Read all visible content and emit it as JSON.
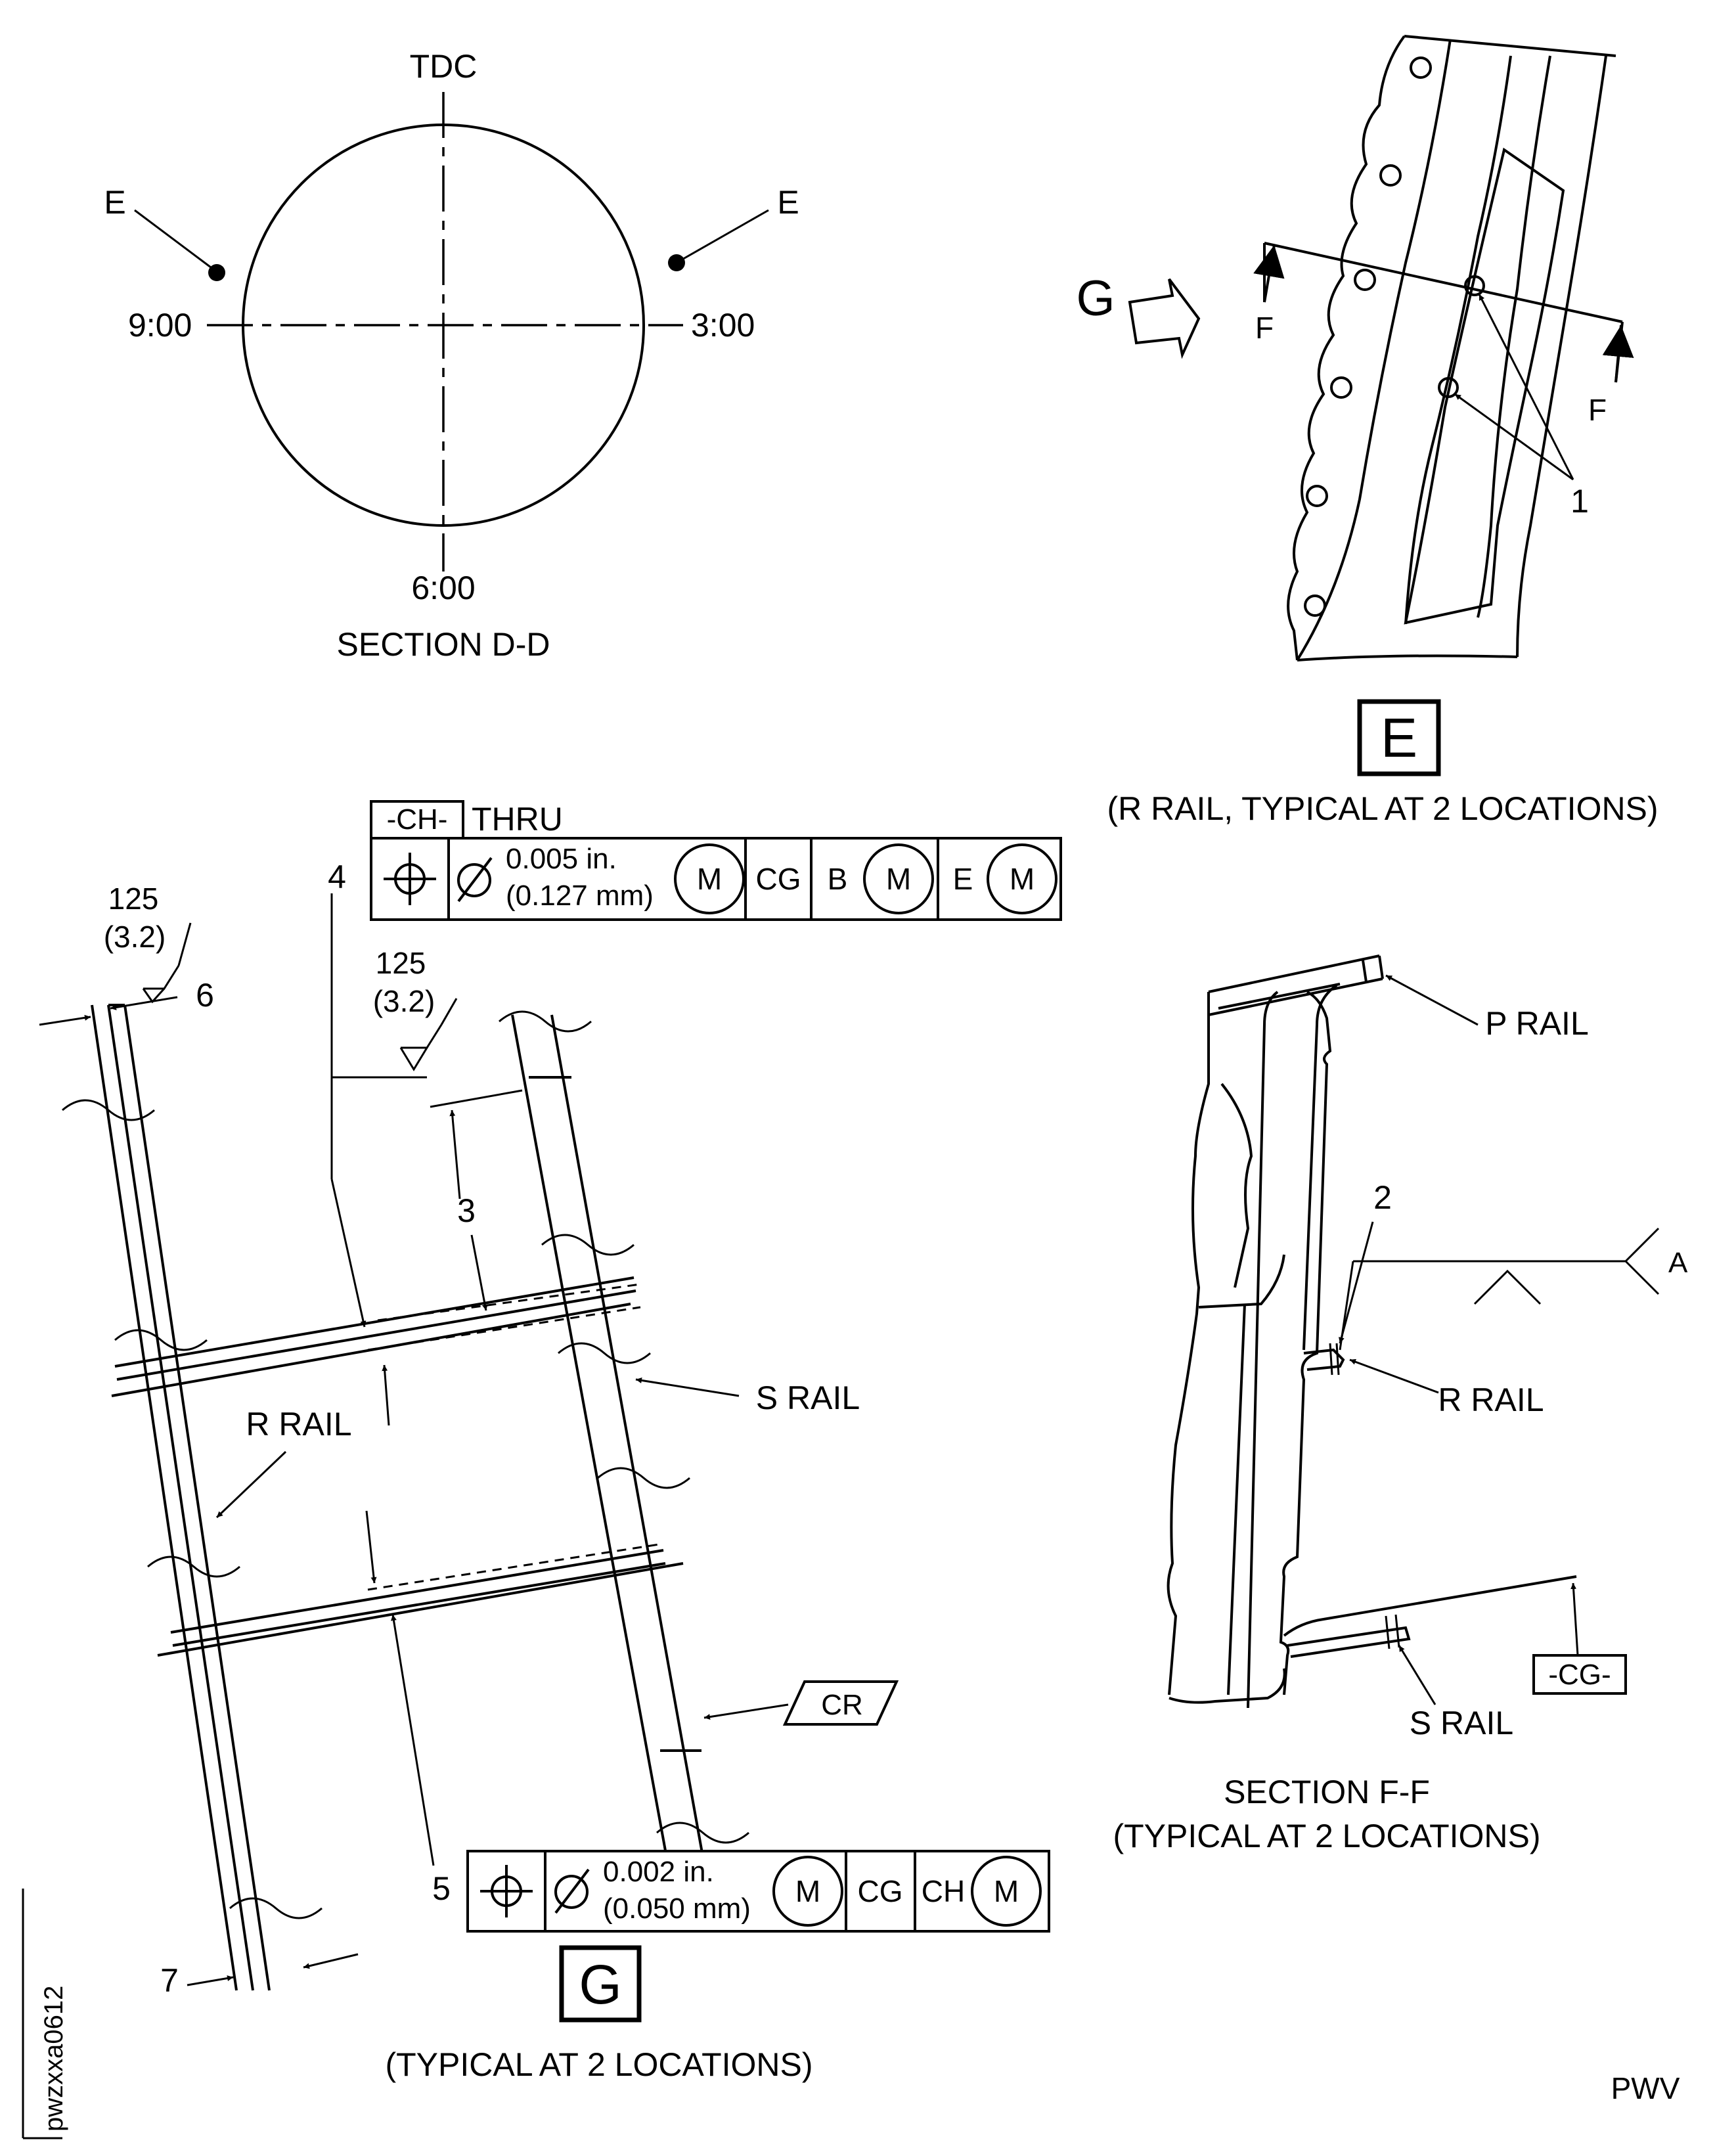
{
  "section_dd": {
    "tdc": "TDC",
    "e_left": "E",
    "e_right": "E",
    "nine": "9:00",
    "three": "3:00",
    "six": "6:00",
    "title": "SECTION D-D"
  },
  "detail_e": {
    "g": "G",
    "f_left": "F",
    "f_right": "F",
    "callout": "1",
    "letter": "E",
    "caption": "(R RAIL, TYPICAL AT 2 LOCATIONS)"
  },
  "fcf_top": {
    "datum": "-CH-",
    "thru": "THRU",
    "tol_in": "0.005 in.",
    "tol_mm": "(0.127 mm)",
    "m1": "M",
    "cg": "CG",
    "b": "B",
    "m2": "M",
    "e": "E",
    "m3": "M"
  },
  "fcf_bottom": {
    "tol_in": "0.002 in.",
    "tol_mm": "(0.050 mm)",
    "m1": "M",
    "cg": "CG",
    "ch": "CH",
    "m2": "M"
  },
  "detail_g": {
    "rough1_val": "125",
    "rough1_mm": "(3.2)",
    "rough2_val": "125",
    "rough2_mm": "(3.2)",
    "n3": "3",
    "n4": "4",
    "n5": "5",
    "n6": "6",
    "n7": "7",
    "r_rail": "R RAIL",
    "s_rail": "S RAIL",
    "cr": "CR",
    "letter": "G",
    "caption": "(TYPICAL AT 2 LOCATIONS)"
  },
  "section_ff": {
    "p_rail": "P RAIL",
    "n2": "2",
    "a": "A",
    "r_rail": "R RAIL",
    "s_rail": "S RAIL",
    "cg": "-CG-",
    "title": "SECTION F-F",
    "caption": "(TYPICAL AT 2 LOCATIONS)"
  },
  "footer": {
    "fig_id": "pwzxxa0612",
    "code": "PWV"
  }
}
